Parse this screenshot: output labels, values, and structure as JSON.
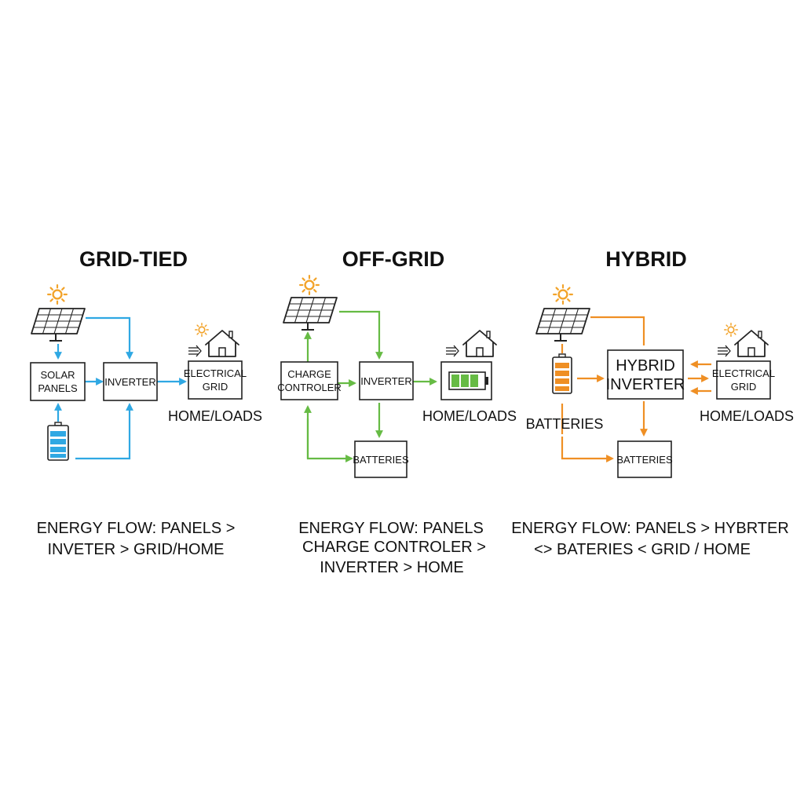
{
  "colors": {
    "grid_tied": "#2fa8e3",
    "off_grid": "#66bb44",
    "hybrid": "#ef8f24",
    "sun": "#f2a32a",
    "ink": "#222222"
  },
  "icons": [
    "sun-icon",
    "solar-panel-icon",
    "house-icon",
    "battery-icon"
  ],
  "grid_tied": {
    "title": "GRID-TIED",
    "solar_panels": [
      "SOLAR",
      "PANELS"
    ],
    "inverter": "INVERTER",
    "electrical_grid": [
      "ELECTRICAL",
      "GRID"
    ],
    "home_loads": "HOME/LOADS",
    "energy_flow": [
      "ENERGY FLOW: PANELS >",
      "INVETER > GRID/HOME"
    ]
  },
  "off_grid": {
    "title": "OFF-GRID",
    "charge_controller": [
      "CHARGE",
      "CONTROLER"
    ],
    "inverter": "INVERTER",
    "batteries": "BATTERIES",
    "home_loads": "HOME/LOADS",
    "energy_flow": [
      "ENERGY FLOW: PANELS",
      "CHARGE CONTROLER >",
      "INVERTER > HOME"
    ]
  },
  "hybrid": {
    "title": "HYBRID",
    "hybrid_inverter": [
      "HYBRID",
      "INVERTER"
    ],
    "electrical_grid": [
      "ELECTRICAL",
      "GRID"
    ],
    "batteries_label": "BATTERIES",
    "batteries": "BATTERIES",
    "home_loads": "HOME/LOADS",
    "energy_flow": [
      "ENERGY FLOW: PANELS > HYBRTER",
      "<> BATERIES < GRID / HOME"
    ]
  }
}
